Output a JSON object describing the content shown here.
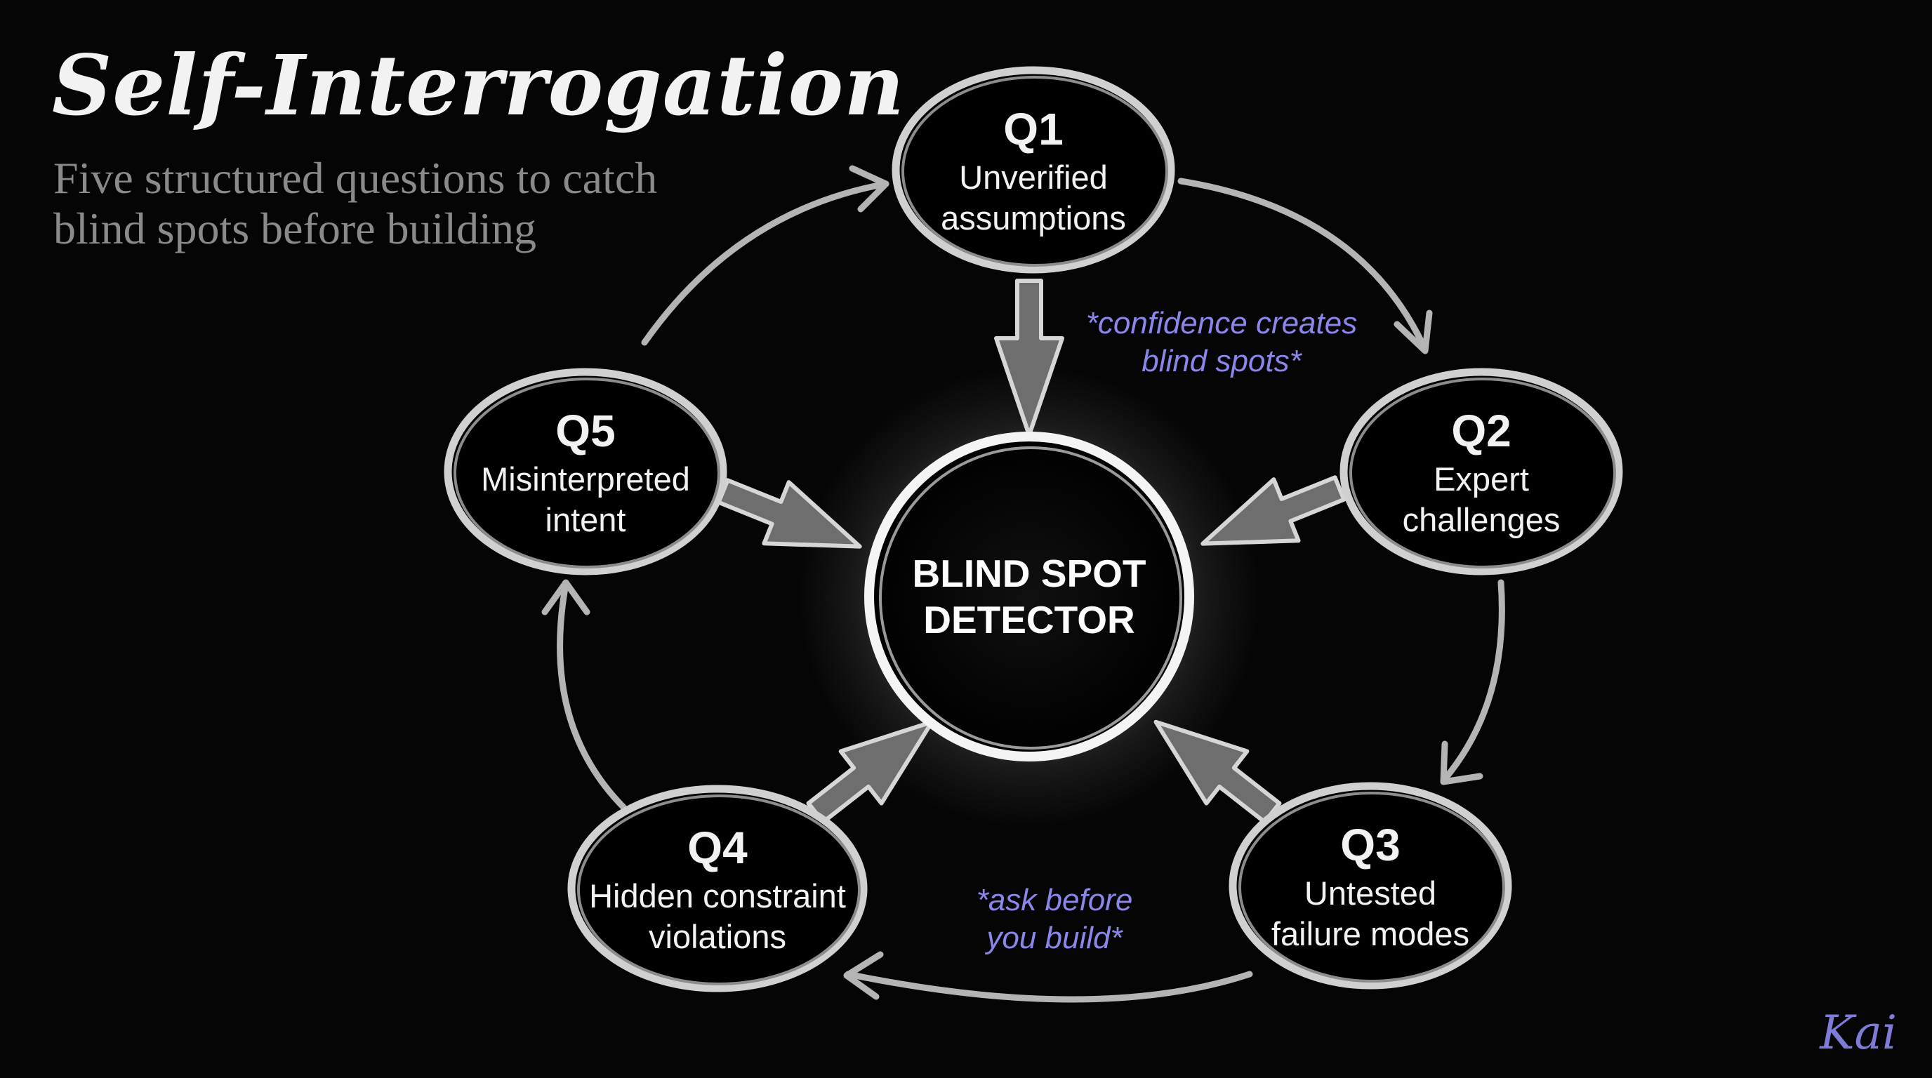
{
  "title": "Self-Interrogation",
  "subtitle": "Five structured questions to catch blind spots before building",
  "center": {
    "line1": "BLIND SPOT",
    "line2": "DETECTOR"
  },
  "nodes": [
    {
      "id": "Q1",
      "line1": "Unverified",
      "line2": "assumptions"
    },
    {
      "id": "Q2",
      "line1": "Expert",
      "line2": "challenges"
    },
    {
      "id": "Q3",
      "line1": "Untested",
      "line2": "failure modes"
    },
    {
      "id": "Q4",
      "line1": "Hidden constraint",
      "line2": "violations"
    },
    {
      "id": "Q5",
      "line1": "Misinterpreted",
      "line2": "intent"
    }
  ],
  "notes": {
    "confidence": {
      "line1": "*confidence creates",
      "line2": "blind spots*"
    },
    "ask": {
      "line1": "*ask before",
      "line2": "you build*"
    }
  },
  "signature": "Kai",
  "colors": {
    "background": "#050505",
    "stroke": "#c8c8c8",
    "arrow_fill": "#6e6e6e",
    "note": "#8a86ea",
    "glow": "#ffffff"
  }
}
